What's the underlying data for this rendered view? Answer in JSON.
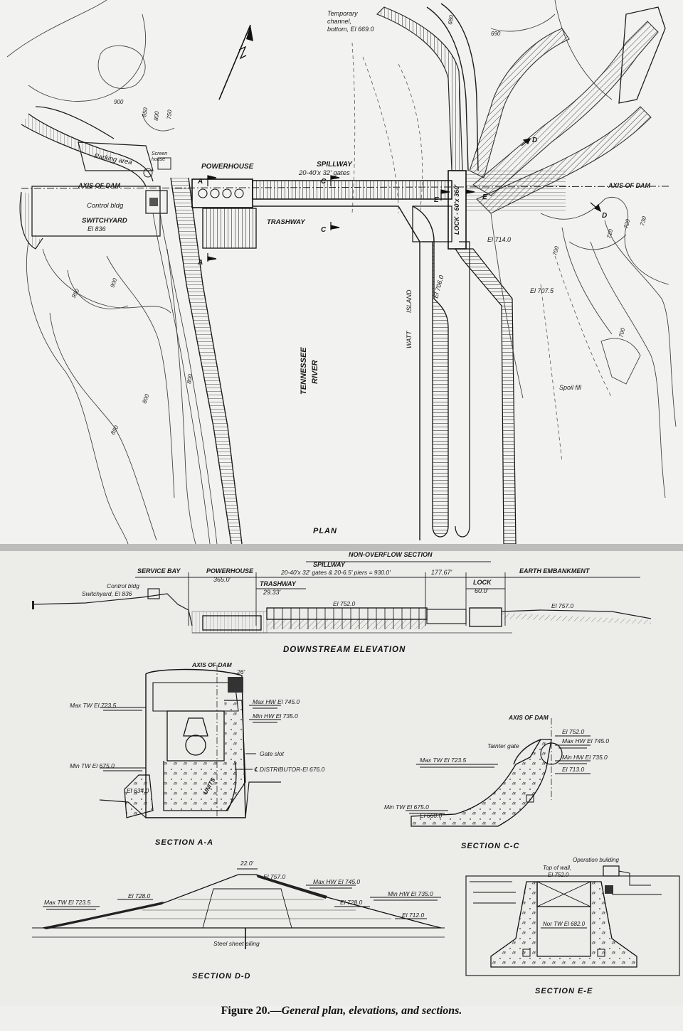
{
  "plan": {
    "title": "PLAN",
    "labels": {
      "temporary_channel": [
        "Temporary",
        "channel,",
        "bottom, El 669.0"
      ],
      "powerhouse": "POWERHOUSE",
      "spillway": "SPILLWAY",
      "spillway_gates": "20-40'x 32' gates",
      "parking": "Parking area",
      "screen_house": [
        "Screen",
        "house"
      ],
      "axis_left": "AXIS OF DAM",
      "axis_right": "AXIS OF DAM",
      "control_bldg": "Control bldg",
      "switchyard": "SWITCHYARD",
      "switchyard_el": "El 836",
      "trashway": "TRASHWAY",
      "lock": "LOCK - 60'x 360'",
      "el_714": "El 714.0",
      "el_706": "El 706.0",
      "el_7075": "El 707.5",
      "watt_island": [
        "WATT",
        "ISLAND"
      ],
      "tennessee": [
        "TENNESSEE",
        "RIVER"
      ],
      "spoil_fill": "Spoil fill",
      "sec_a": "A",
      "sec_c": "C",
      "sec_d": "D",
      "sec_e": "E"
    },
    "contours": [
      "900",
      "850",
      "800",
      "750",
      "950",
      "900",
      "850",
      "800",
      "800",
      "690",
      "680",
      "700",
      "700",
      "710",
      "720",
      "730"
    ]
  },
  "elevation": {
    "title": "DOWNSTREAM ELEVATION",
    "non_overflow": "NON-OVERFLOW SECTION",
    "service_bay": "SERVICE BAY",
    "powerhouse": "POWERHOUSE",
    "powerhouse_len": "365.0'",
    "spillway": "SPILLWAY",
    "spillway_detail": "20-40'x 32' gates & 20-6.5' piers = 930.0'",
    "non_overflow_len": "177.67'",
    "earth": "EARTH EMBANKMENT",
    "lock": "LOCK",
    "lock_len": "60.0'",
    "trashway": "TRASHWAY",
    "trashway_len": "29.33'",
    "control_bldg": "Control bldg",
    "switchyard": "Switchyard, El 836",
    "el_752": "El 752.0",
    "el_757": "El 757.0"
  },
  "section_aa": {
    "title": "SECTION  A-A",
    "axis": "AXIS OF DAM",
    "dim": "26'",
    "max_hw": "Max HW El 745.0",
    "min_hw": "Min HW El 735.0",
    "max_tw": "Max TW El 723.5",
    "min_tw": "Min TW El 675.0",
    "gate_slot": "Gate slot",
    "distributor": "℄ DISTRIBUTOR-El 676.0",
    "el_634": "El 634.0",
    "units": "UNITS"
  },
  "section_cc": {
    "title": "SECTION  C-C",
    "axis": "AXIS OF DAM",
    "el_752": "El 752.0",
    "max_hw": "Max HW El 745.0",
    "tainter": "Tainter gate",
    "max_tw": "Max TW El 723.5",
    "min_hw": "Min HW El 735.0",
    "el_713": "El 713.0",
    "min_tw": "Min TW El 675.0",
    "el_660": "El 660.0"
  },
  "section_dd": {
    "title": "SECTION  D-D",
    "top": "22.0'",
    "el_757": "El 757.0",
    "max_hw": "Max HW El 745.0",
    "min_hw": "Min HW El 735.0",
    "max_tw": "Max TW El 723.5",
    "el_728a": "El 728.0",
    "el_728b": "El 728.0",
    "el_712": "El 712.0",
    "piling": "Steel sheet piling"
  },
  "section_ee": {
    "title": "SECTION  E-E",
    "operation": "Operation building",
    "top_wall": "Top of wall,",
    "top_wall_el": "El 752.0",
    "nor_tw": "Nor TW El 682.0"
  },
  "caption": {
    "figure": "Figure 20.",
    "text": "—General plan, elevations, and sections."
  }
}
